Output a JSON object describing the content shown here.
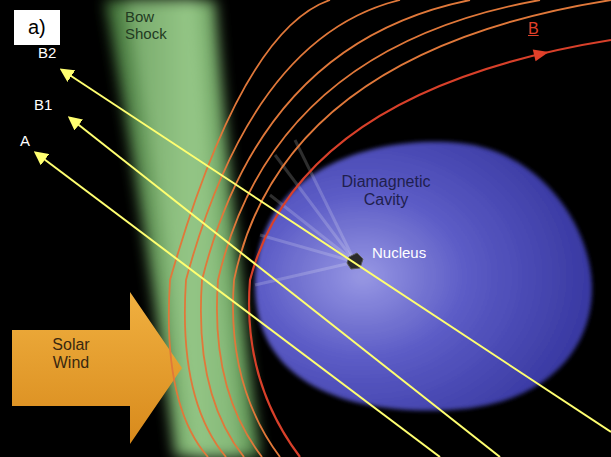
{
  "diagram": {
    "nodes": [
      {
        "text": [
          "a)"
        ]
      },
      {
        "text": [
          "Bow Shock"
        ]
      },
      {
        "text": [
          "Diamagnetic Cavity",
          "Nucleus"
        ]
      },
      {
        "text": [
          "Solar Wind"
        ]
      }
    ],
    "labels": [
      "B2",
      "B1",
      "A",
      "B"
    ]
  }
}
